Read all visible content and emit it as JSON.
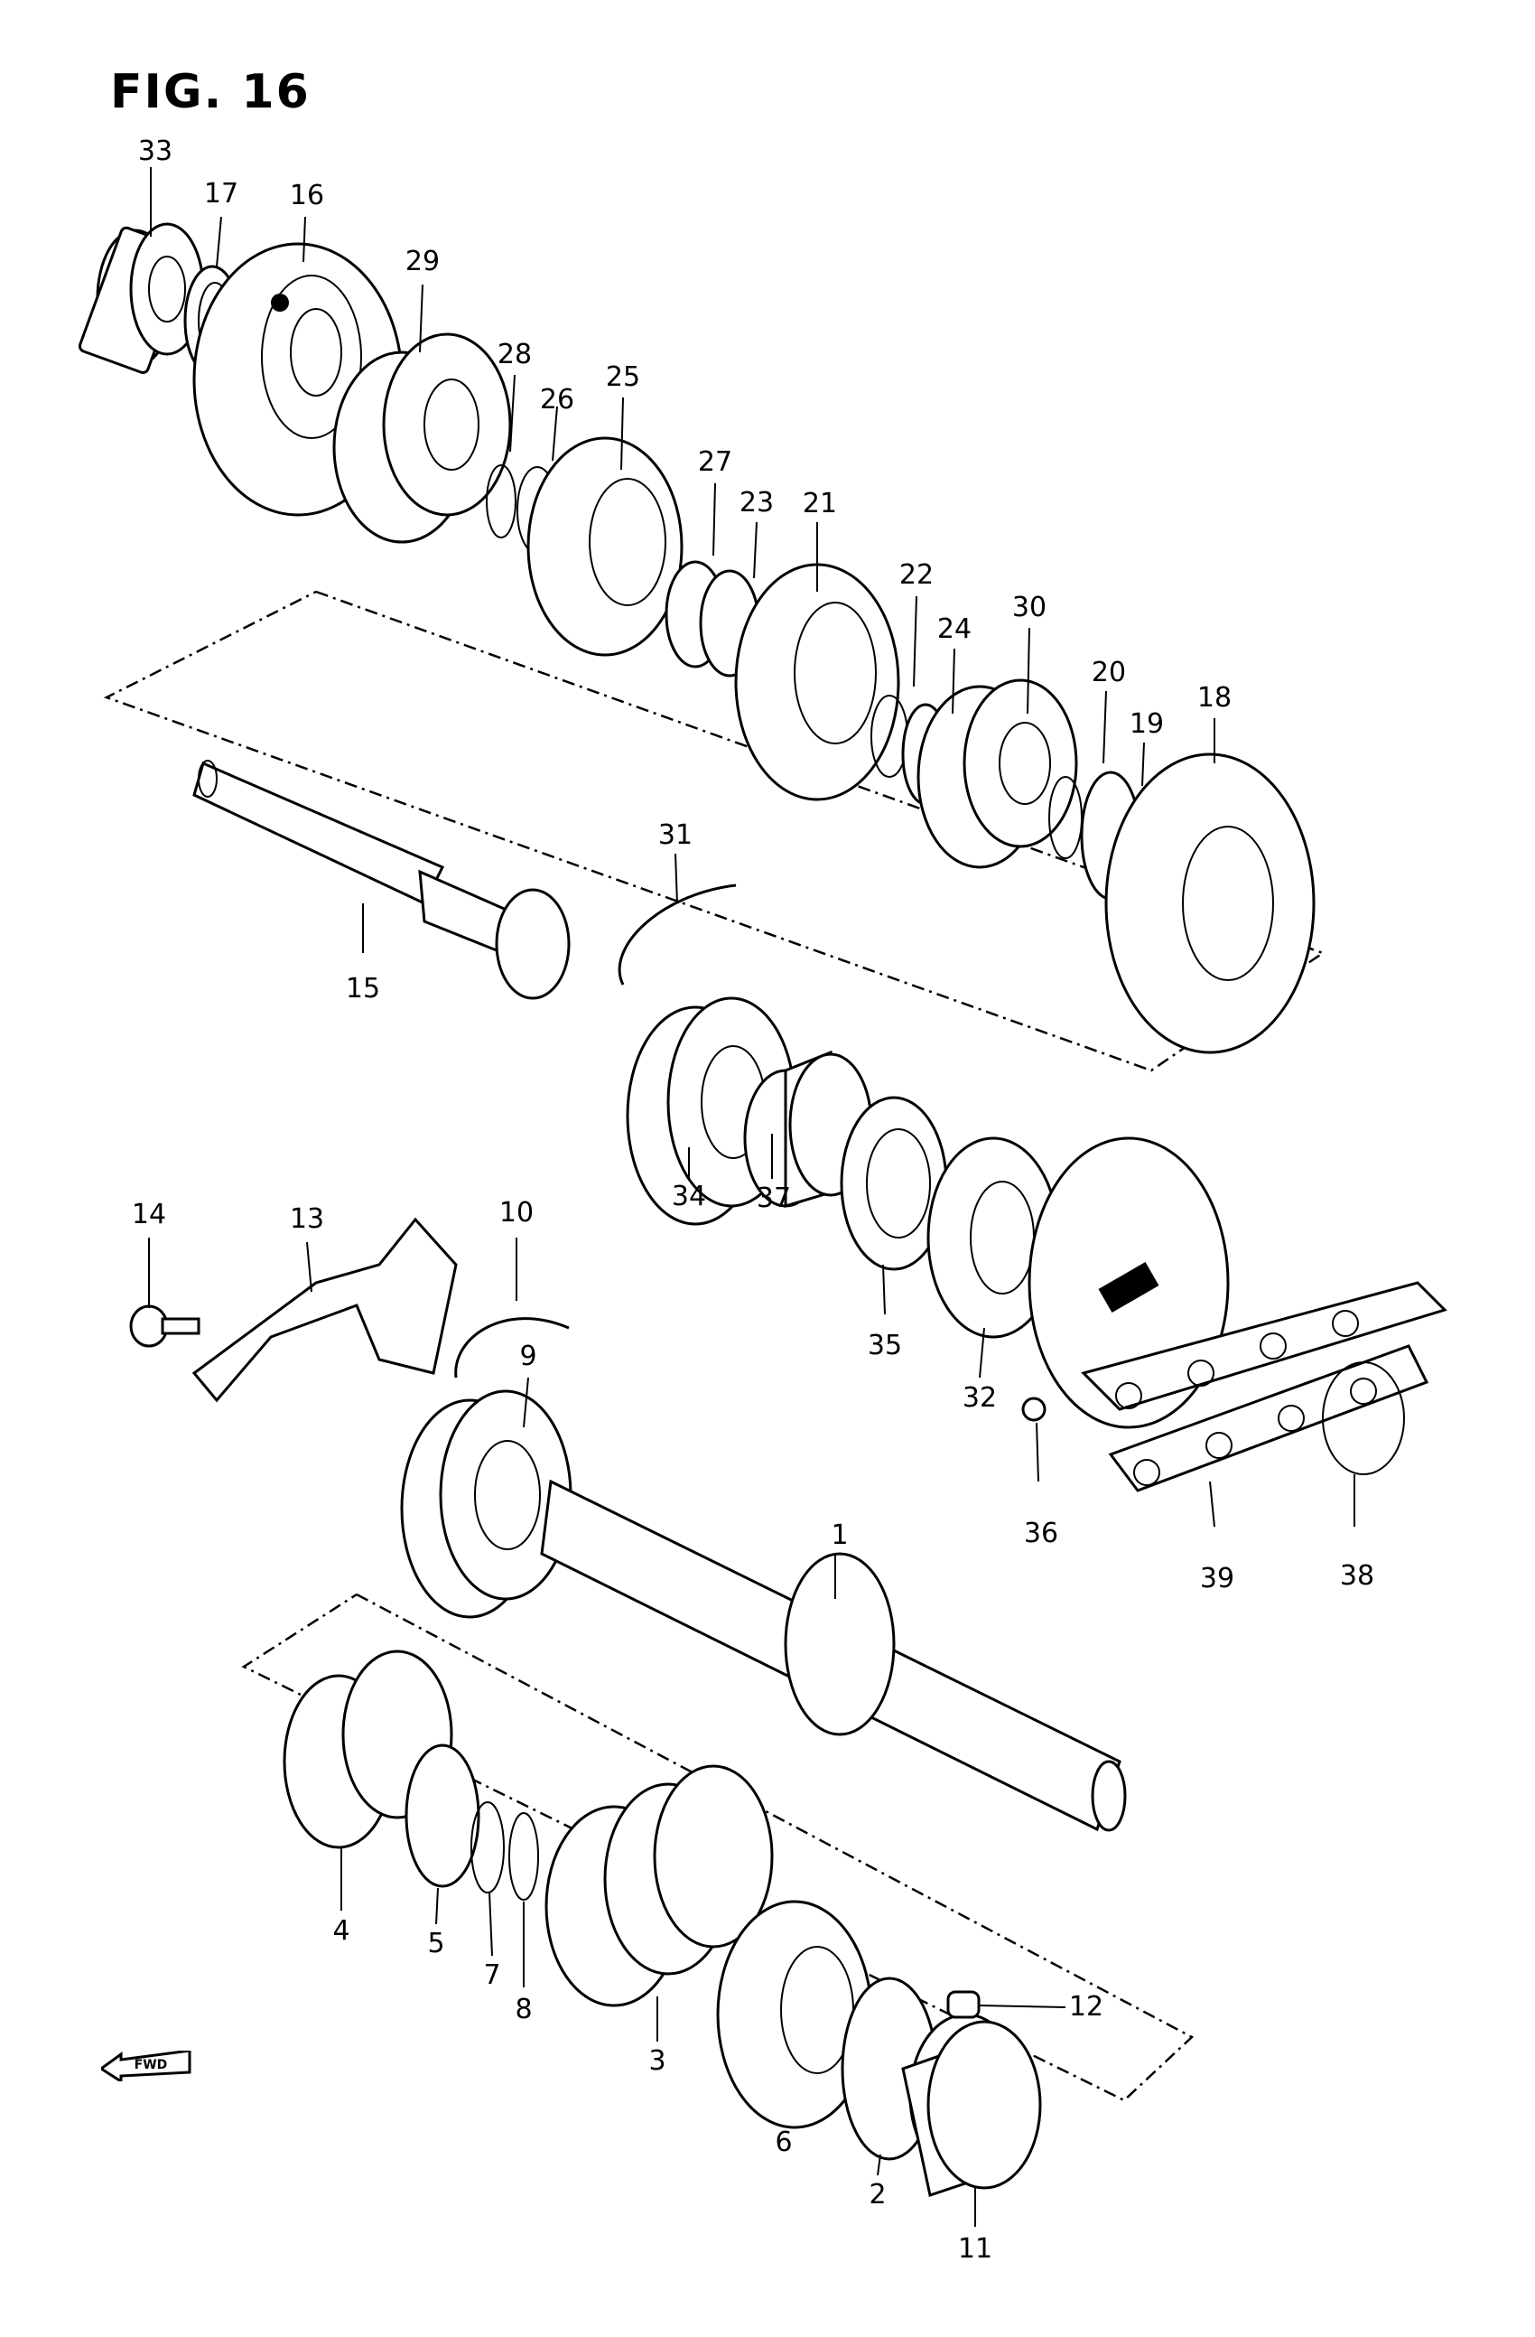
{
  "figure": {
    "title": "FIG. 16"
  },
  "fwd_label": "FWD",
  "labels": [
    {
      "id": "33",
      "num": "33"
    },
    {
      "id": "17",
      "num": "17"
    },
    {
      "id": "16",
      "num": "16"
    },
    {
      "id": "29",
      "num": "29"
    },
    {
      "id": "28",
      "num": "28"
    },
    {
      "id": "26",
      "num": "26"
    },
    {
      "id": "25",
      "num": "25"
    },
    {
      "id": "27",
      "num": "27"
    },
    {
      "id": "23",
      "num": "23"
    },
    {
      "id": "21",
      "num": "21"
    },
    {
      "id": "22",
      "num": "22"
    },
    {
      "id": "24",
      "num": "24"
    },
    {
      "id": "30",
      "num": "30"
    },
    {
      "id": "20",
      "num": "20"
    },
    {
      "id": "19",
      "num": "19"
    },
    {
      "id": "18",
      "num": "18"
    },
    {
      "id": "31",
      "num": "31"
    },
    {
      "id": "15",
      "num": "15"
    },
    {
      "id": "34",
      "num": "34"
    },
    {
      "id": "37",
      "num": "37"
    },
    {
      "id": "35",
      "num": "35"
    },
    {
      "id": "32",
      "num": "32"
    },
    {
      "id": "14",
      "num": "14"
    },
    {
      "id": "13",
      "num": "13"
    },
    {
      "id": "10",
      "num": "10"
    },
    {
      "id": "9",
      "num": "9"
    },
    {
      "id": "36",
      "num": "36"
    },
    {
      "id": "39",
      "num": "39"
    },
    {
      "id": "38",
      "num": "38"
    },
    {
      "id": "1",
      "num": "1"
    },
    {
      "id": "4",
      "num": "4"
    },
    {
      "id": "5",
      "num": "5"
    },
    {
      "id": "7",
      "num": "7"
    },
    {
      "id": "8",
      "num": "8"
    },
    {
      "id": "3",
      "num": "3"
    },
    {
      "id": "12",
      "num": "12"
    },
    {
      "id": "6",
      "num": "6"
    },
    {
      "id": "2",
      "num": "2"
    },
    {
      "id": "11",
      "num": "11"
    }
  ]
}
